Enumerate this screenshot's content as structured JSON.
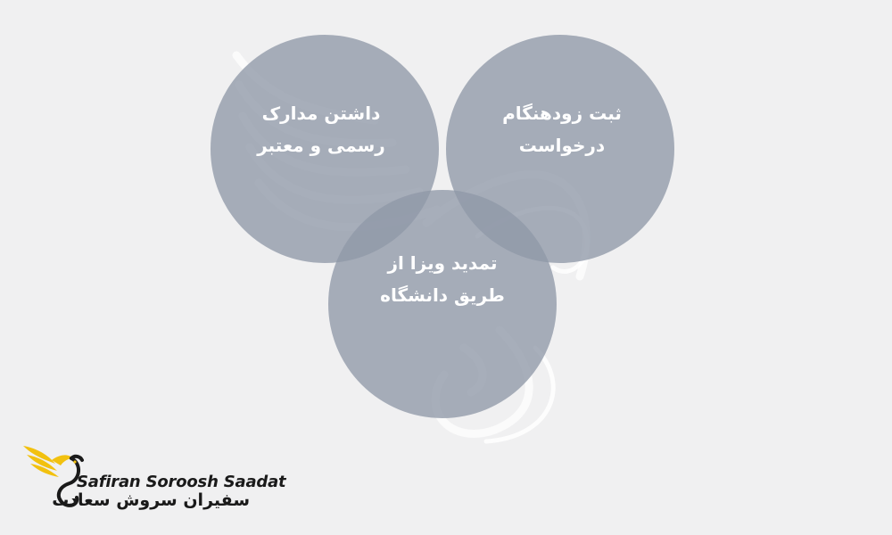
{
  "diagram": {
    "circles": [
      {
        "id": "documents",
        "label_line1": "داشتن مدارک",
        "label_line2": "رسمی و معتبر"
      },
      {
        "id": "early-application",
        "label_line1": "ثبت زودهنگام",
        "label_line2": "درخواست"
      },
      {
        "id": "university-extension",
        "label_line1": "تمدید ویزا از",
        "label_line2": "طریق دانشگاه"
      }
    ],
    "circle_fill": "#8f98a8",
    "text_color": "#ffffff",
    "background": "#f0f0f1"
  },
  "brand": {
    "name_en": "Safiran Soroosh Saadat",
    "name_fa": "سفیران سروش سعادت",
    "accent_color": "#f2c10f",
    "dark_color": "#1a1a1a",
    "logo_icon": "swan-wings-logo"
  }
}
